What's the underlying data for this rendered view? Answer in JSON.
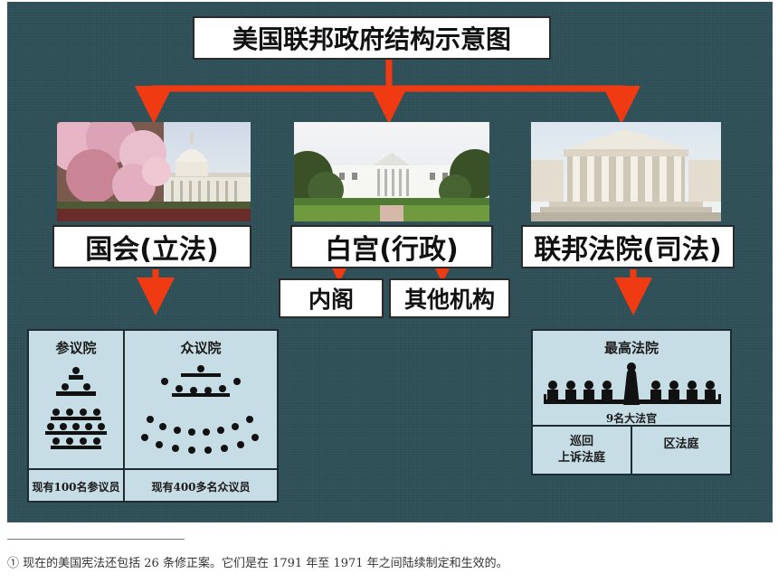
{
  "title": "美国联邦政府结构示意图",
  "branches": {
    "congress": "国会(立法)",
    "whitehouse": "白宫(行政)",
    "court": "联邦法院(司法)"
  },
  "executive_sub": [
    "内阁",
    "其他机构"
  ],
  "senate": {
    "title": "参议院",
    "caption": "现有100名参议员"
  },
  "house": {
    "title": "众议院",
    "caption": "现有400多名众议员"
  },
  "supreme": {
    "title": "最高法院",
    "caption": "9名大法官",
    "circuit": "巡回\n上诉法庭",
    "district": "区法庭"
  },
  "footnote": "①  现在的美国宪法还包括 26 条修正案。它们是在 1791 年至 1971 年之间陆续制定和生效的。",
  "colors": {
    "board": "#2e4f57",
    "arrow": "#f03a12",
    "panel": "#c6dde6"
  }
}
